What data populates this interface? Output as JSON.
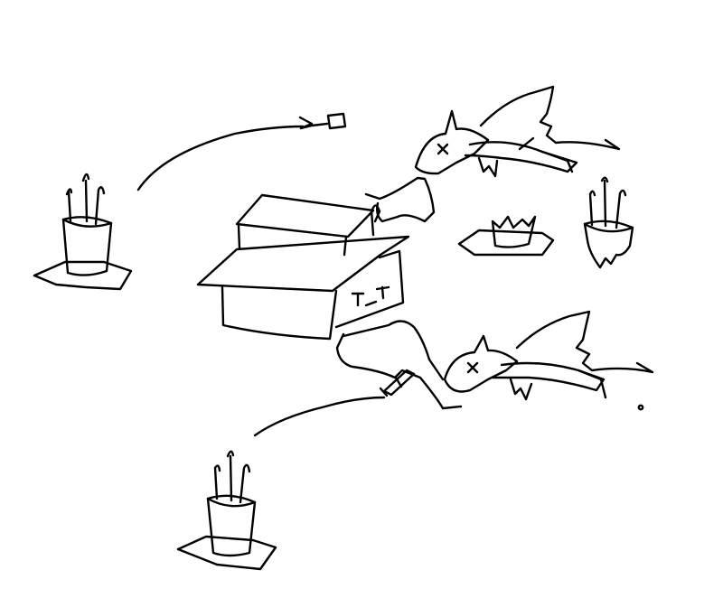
{
  "canvas": {
    "background": "#ffffff",
    "ink_color": "#000000"
  },
  "scene": {
    "elements": [
      "pot-of-incense-left",
      "pot-of-incense-bottom",
      "pot-of-incense-right",
      "house-with-face",
      "dragon-top",
      "dragon-bottom",
      "crown-on-mat",
      "key",
      "sword"
    ]
  }
}
